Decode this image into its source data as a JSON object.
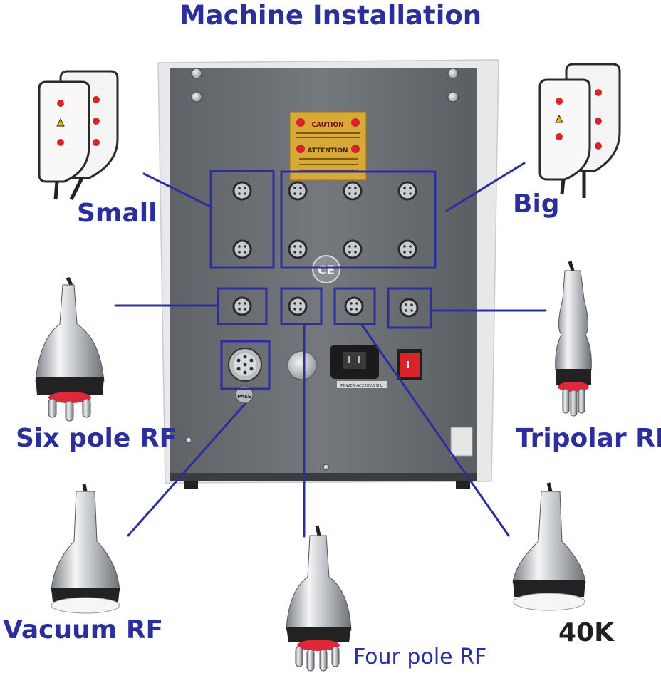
{
  "title": "Machine Installation",
  "labels": {
    "small": "Small",
    "big": "Big",
    "six_pole": "Six pole RF",
    "tripolar": "Tripolar RF",
    "vacuum": "Vacuum RF",
    "four_pole": "Four pole RF",
    "forty_k": "40K"
  },
  "panel": {
    "caution": "CAUTION",
    "attention": "ATTENTION",
    "ce": "CE",
    "pass": "PASS",
    "power": "POWER AC220V/50Hz"
  },
  "colors": {
    "accent": "#2b2f9e",
    "panel": "#6f7277",
    "caution_plate": "#d9a938",
    "switch": "#d8232a"
  }
}
